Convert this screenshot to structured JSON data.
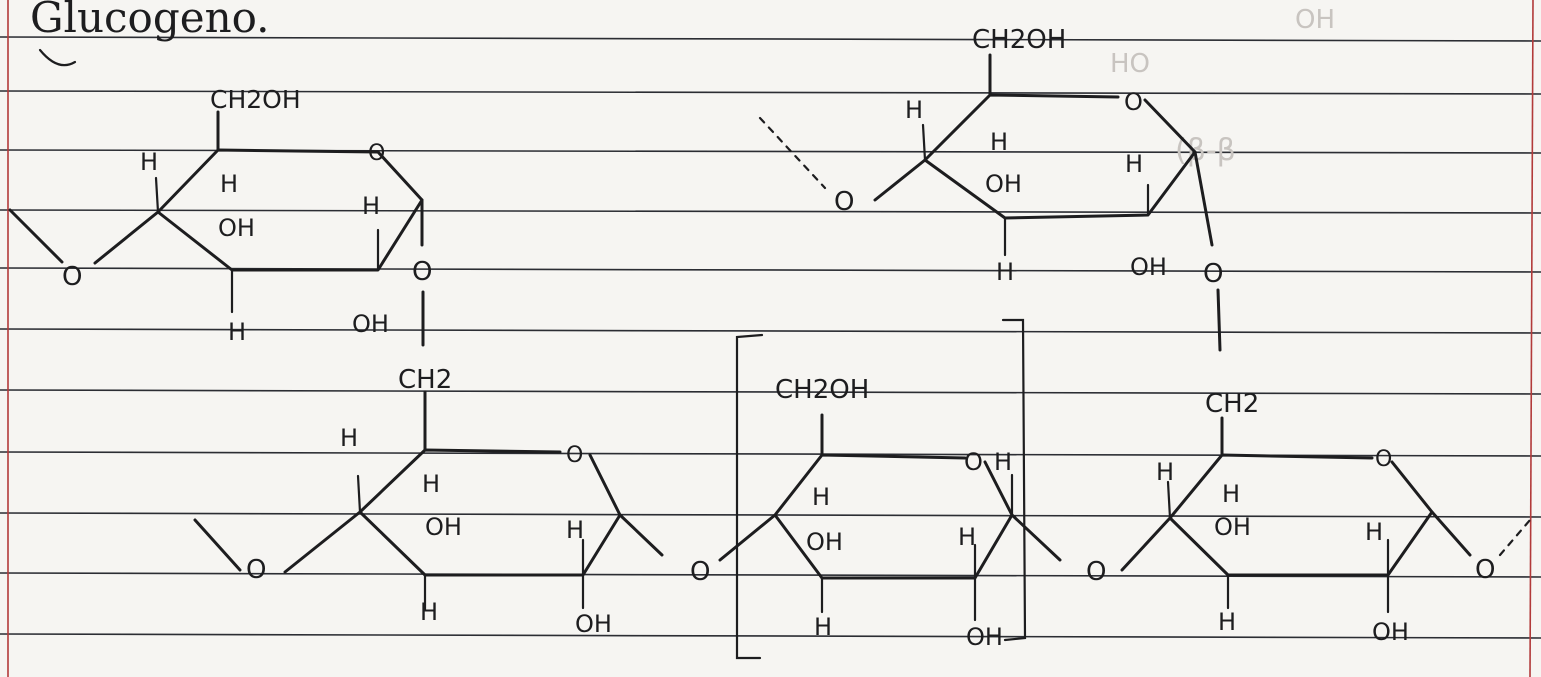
{
  "title": "Glucogeno.",
  "ghost_text": [
    "HO",
    "(β-β",
    "OH"
  ],
  "labels": {
    "ch2oh": "CH2OH",
    "ch2": "CH2",
    "h": "H",
    "oh": "OH",
    "o": "O"
  },
  "colors": {
    "paper": "#f6f5f2",
    "rule_line": "#2b2d33",
    "margin_line": "#b23a3a",
    "ink": "#1d1d1f"
  }
}
